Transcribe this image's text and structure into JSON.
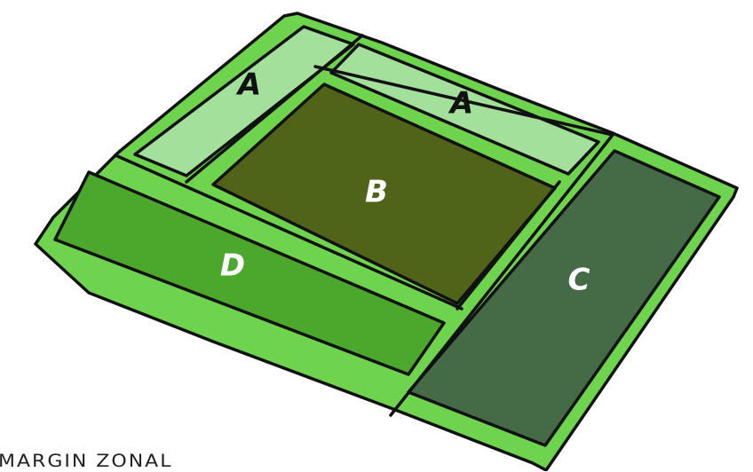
{
  "zones": [
    {
      "id": "a-left",
      "label": "A",
      "fill": "#a3e09b"
    },
    {
      "id": "a-top",
      "label": "A",
      "fill": "#a3e09b"
    },
    {
      "id": "b",
      "label": "B",
      "fill": "#4f6418"
    },
    {
      "id": "c",
      "label": "C",
      "fill": "#446b45"
    },
    {
      "id": "d",
      "label": "D",
      "fill": "#4ca82d"
    }
  ],
  "base_fill": "#6ed44d",
  "label_colors": {
    "dark": "#111111",
    "light": "#ffffff"
  },
  "caption": "MARGIN ZONAL"
}
